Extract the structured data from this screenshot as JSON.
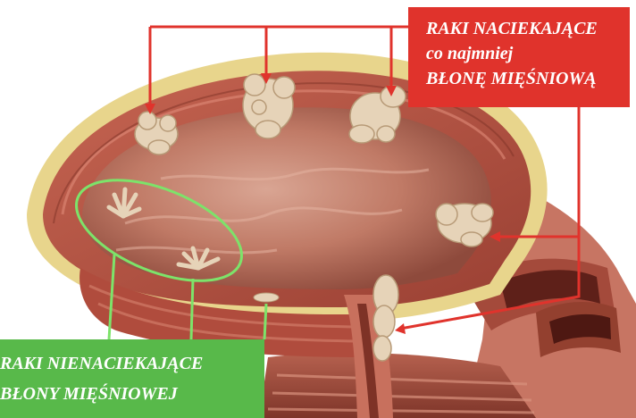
{
  "labels": {
    "invasive": {
      "line1": "RAKI NACIEKAJĄCE",
      "line2": "co najmniej",
      "line3": "BŁONĘ MIĘŚNIOWĄ"
    },
    "non_invasive": {
      "line1": "RAKI NIENACIEKAJĄCE",
      "line2": "BŁONY MIĘŚNIOWEJ"
    }
  },
  "colors": {
    "invasive_label_bg": "#e0332c",
    "invasive_pointer": "#e0332c",
    "non_invasive_label_bg": "#58b94a",
    "non_invasive_pointer": "#7de36a",
    "bladder_wall": "#b65a48",
    "bladder_lumen": "#c98a76",
    "fat_layer": "#e8d58c",
    "tumor": "#e6d3b8"
  }
}
